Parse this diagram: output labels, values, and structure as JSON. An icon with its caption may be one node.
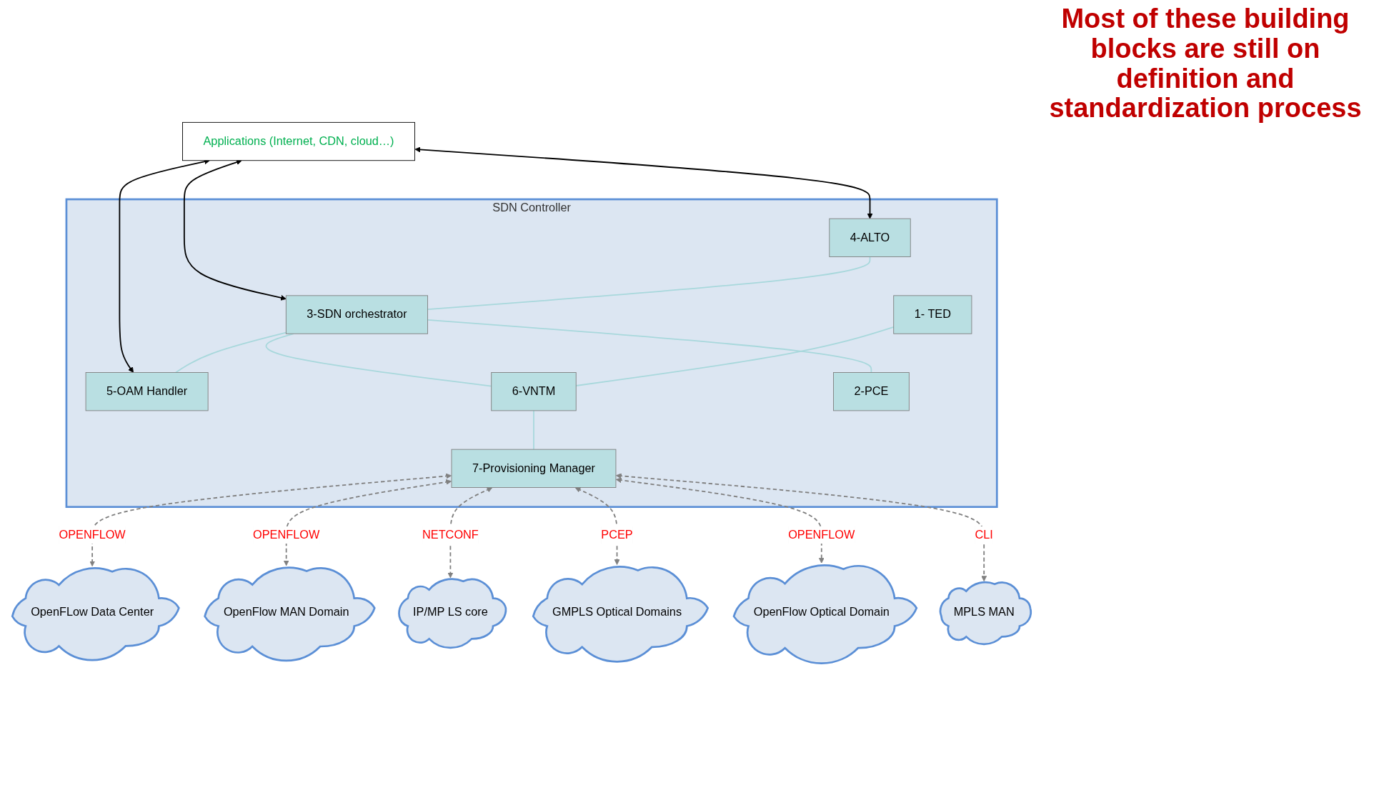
{
  "diagram": {
    "nodes": [
      {
        "text": [
          "Applications (Internet, CDN, cloud…)"
        ]
      },
      {
        "text": [
          "SDN Controller"
        ]
      },
      {
        "text": [
          "4-ALTO"
        ],
        "in": 1
      },
      {
        "text": [
          "3-SDN orchestrator"
        ],
        "in": 1
      },
      {
        "text": [
          "5-OAM Handler"
        ],
        "in": 1
      },
      {
        "text": [
          "1- TED"
        ],
        "in": 1
      },
      {
        "text": [
          "6-VNTM"
        ],
        "in": 1
      },
      {
        "text": [
          "2-PCE"
        ],
        "in": 1
      },
      {
        "text": [
          "7-Provisioning Manager"
        ],
        "in": 1
      },
      {
        "text": [
          "OpenFLow Data Center"
        ]
      },
      {
        "text": [
          "OpenFlow MAN Domain"
        ]
      },
      {
        "text": [
          "IP/MP LS core"
        ]
      },
      {
        "text": [
          "GMPLS Optical Domains"
        ]
      },
      {
        "text": [
          "OpenFlow Optical Domain"
        ]
      },
      {
        "text": [
          "MPLS MAN"
        ]
      }
    ],
    "edges": [
      {
        "from": 0,
        "to": 2,
        "arrow": "both",
        "color": "#000000"
      },
      {
        "from": 0,
        "to": 3,
        "arrow": "both",
        "color": "#000000"
      },
      {
        "from": 0,
        "to": 4,
        "arrow": "both",
        "color": "#000000"
      },
      {
        "from": 2,
        "to": 3,
        "arrow": "none",
        "color": "#a8d8dc"
      },
      {
        "from": 3,
        "to": 4,
        "arrow": "none",
        "color": "#a8d8dc"
      },
      {
        "from": 3,
        "to": 6,
        "arrow": "none",
        "color": "#a8d8dc"
      },
      {
        "from": 3,
        "to": 7,
        "arrow": "none",
        "color": "#a8d8dc"
      },
      {
        "from": 5,
        "to": 6,
        "arrow": "none",
        "color": "#a8d8dc"
      },
      {
        "from": 6,
        "to": 8,
        "arrow": "none",
        "color": "#a8d8dc"
      },
      {
        "from": 8,
        "to": 9,
        "arrow": "both",
        "style": "dashed",
        "color": "#808080",
        "label": "OPENFLOW"
      },
      {
        "from": 8,
        "to": 10,
        "arrow": "both",
        "style": "dashed",
        "color": "#808080",
        "label": "OPENFLOW"
      },
      {
        "from": 8,
        "to": 11,
        "arrow": "both",
        "style": "dashed",
        "color": "#808080",
        "label": "NETCONF"
      },
      {
        "from": 8,
        "to": 12,
        "arrow": "both",
        "style": "dashed",
        "color": "#808080",
        "label": "PCEP"
      },
      {
        "from": 8,
        "to": 13,
        "arrow": "both",
        "style": "dashed",
        "color": "#808080",
        "label": "OPENFLOW"
      },
      {
        "from": 8,
        "to": 14,
        "arrow": "both",
        "style": "dashed",
        "color": "#808080",
        "label": "CLI"
      }
    ],
    "labels": [
      "Most of these building blocks are still on definition and standardization process"
    ]
  }
}
